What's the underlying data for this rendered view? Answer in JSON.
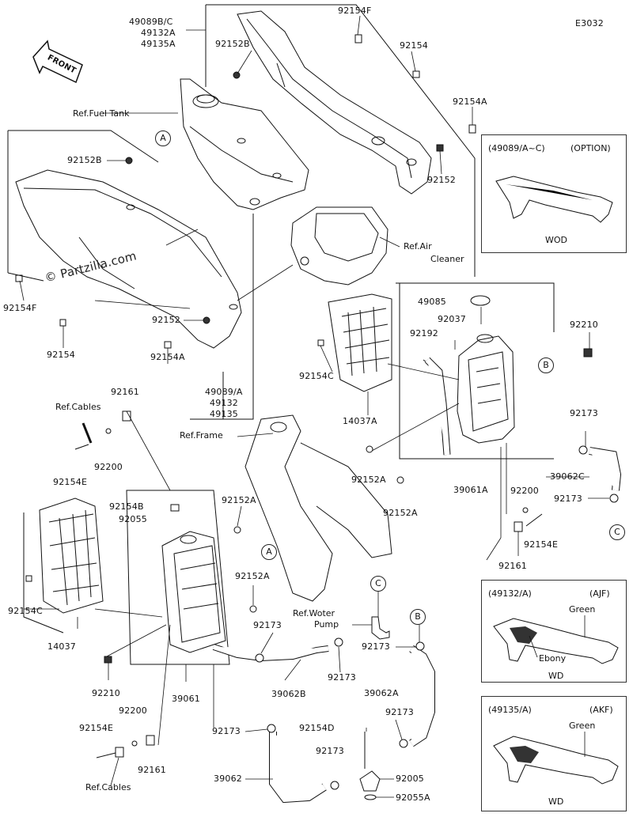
{
  "diagram_code": "E3032",
  "watermark": "© Partzilla.com",
  "front_label": "FRONT",
  "refs": {
    "fuel_tank": "Ref.Fuel Tank",
    "air_cleaner_1": "Ref.Air",
    "air_cleaner_2": "Cleaner",
    "cables_top": "Ref.Cables",
    "cables_bottom": "Ref.Cables",
    "frame": "Ref.Frame",
    "water_pump_1": "Ref.Woter",
    "water_pump_2": "Pump"
  },
  "circles": {
    "a_top": "A",
    "a_mid": "A",
    "b_right": "B",
    "b_lower": "B",
    "c_right": "C",
    "c_lower": "C"
  },
  "parts": {
    "p49089b": "49089B/C",
    "p49132a": "49132A",
    "p49135a": "49135A",
    "p92154f_top": "92154F",
    "p92152b_top": "92152B",
    "p92154_top": "92154",
    "p92154a_top": "92154A",
    "p92152_top": "92152",
    "p92152b_left": "92152B",
    "p92154f_left": "92154F",
    "p92154_left": "92154",
    "p92152_mid": "92152",
    "p92154a_mid": "92154A",
    "p49089a": "49089/A",
    "p49132": "49132",
    "p49135": "49135",
    "p49085": "49085",
    "p92037": "92037",
    "p92192": "92192",
    "p92210_right": "92210",
    "p92154c_mid": "92154C",
    "p14037a": "14037A",
    "p92161_top": "92161",
    "p92200_top": "92200",
    "p92154e_top": "92154E",
    "p92152a_1": "92152A",
    "p92152a_2": "92152A",
    "p39061a": "39061A",
    "p92173_r1": "92173",
    "p39062c": "39062C",
    "p92173_r2": "92173",
    "p92200_right": "92200",
    "p92154e_right": "92154E",
    "p92161_right": "92161",
    "p92154b": "92154B",
    "p92055": "92055",
    "p92152a_3": "92152A",
    "p92152a_4": "92152A",
    "p92154c_left": "92154C",
    "p14037": "14037",
    "p92173_a": "92173",
    "p92173_b": "92173",
    "p92173_c": "92173",
    "p92210_left": "92210",
    "p39061": "39061",
    "p39062b": "39062B",
    "p39062a": "39062A",
    "p92200_bot": "92200",
    "p92154e_bot": "92154E",
    "p92161_bot": "92161",
    "p92173_d": "92173",
    "p92154d": "92154D",
    "p92173_e": "92173",
    "p92173_f": "92173",
    "p92005": "92005",
    "p92055a": "92055A",
    "p39062": "39062"
  },
  "option_boxes": [
    {
      "code": "(49089/A~C)",
      "note": "(OPTION)",
      "variant": "WOD"
    },
    {
      "code": "(49132/A)",
      "note": "(AJF)",
      "color1": "Green",
      "color2": "Ebony",
      "variant": "WD"
    },
    {
      "code": "(49135/A)",
      "note": "(AKF)",
      "color1": "Green",
      "variant": "WD"
    }
  ]
}
